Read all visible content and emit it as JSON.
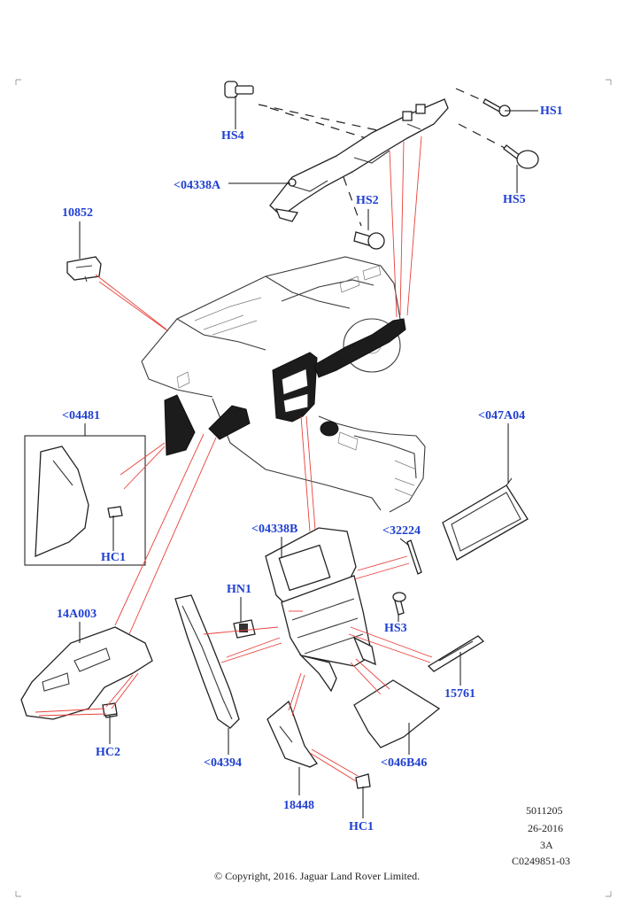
{
  "callouts": {
    "hs4": "HS4",
    "hs1": "HS1",
    "hs5": "HS5",
    "hs2": "HS2",
    "p04338a": "<04338A",
    "p10852": "10852",
    "p04481": "<04481",
    "hc1_left": "HC1",
    "p047a04": "<047A04",
    "p04338b": "<04338B",
    "p32224": "<32224",
    "hn1": "HN1",
    "hs3": "HS3",
    "p14a003": "14A003",
    "hc2": "HC2",
    "p15761": "15761",
    "p04394": "<04394",
    "p046b46": "<046B46",
    "p18448": "18448",
    "hc1_bottom": "HC1"
  },
  "meta": {
    "line1": "5011205",
    "line2": "26-2016",
    "line3": "3A",
    "line4": "C0249851-03"
  },
  "copyright": "© Copyright, 2016. Jaguar Land Rover Limited."
}
